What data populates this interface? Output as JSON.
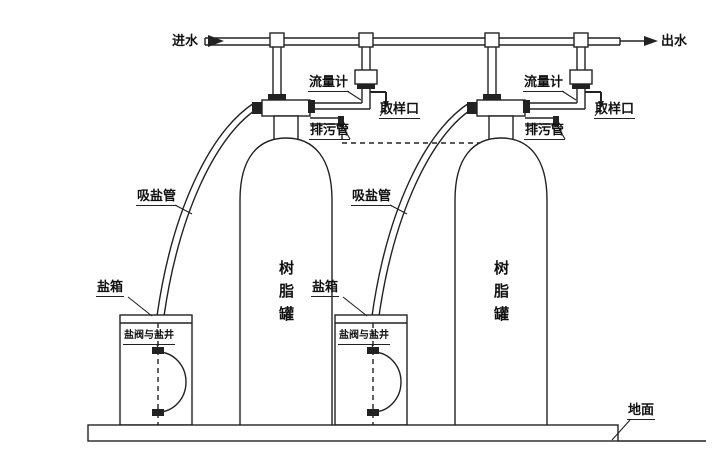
{
  "labels": {
    "inlet": "进水",
    "outlet": "出水",
    "flow_meter": "流量计",
    "sampling_port": "取样口",
    "drain_pipe": "排污管",
    "salt_suction_pipe": "吸盐管",
    "salt_box": "盐箱",
    "salt_valve_and_well": "盐阀与盐井",
    "resin_tank": "树脂罐",
    "ground": "地面"
  },
  "colors": {
    "line": "#222222",
    "background": "#ffffff"
  }
}
